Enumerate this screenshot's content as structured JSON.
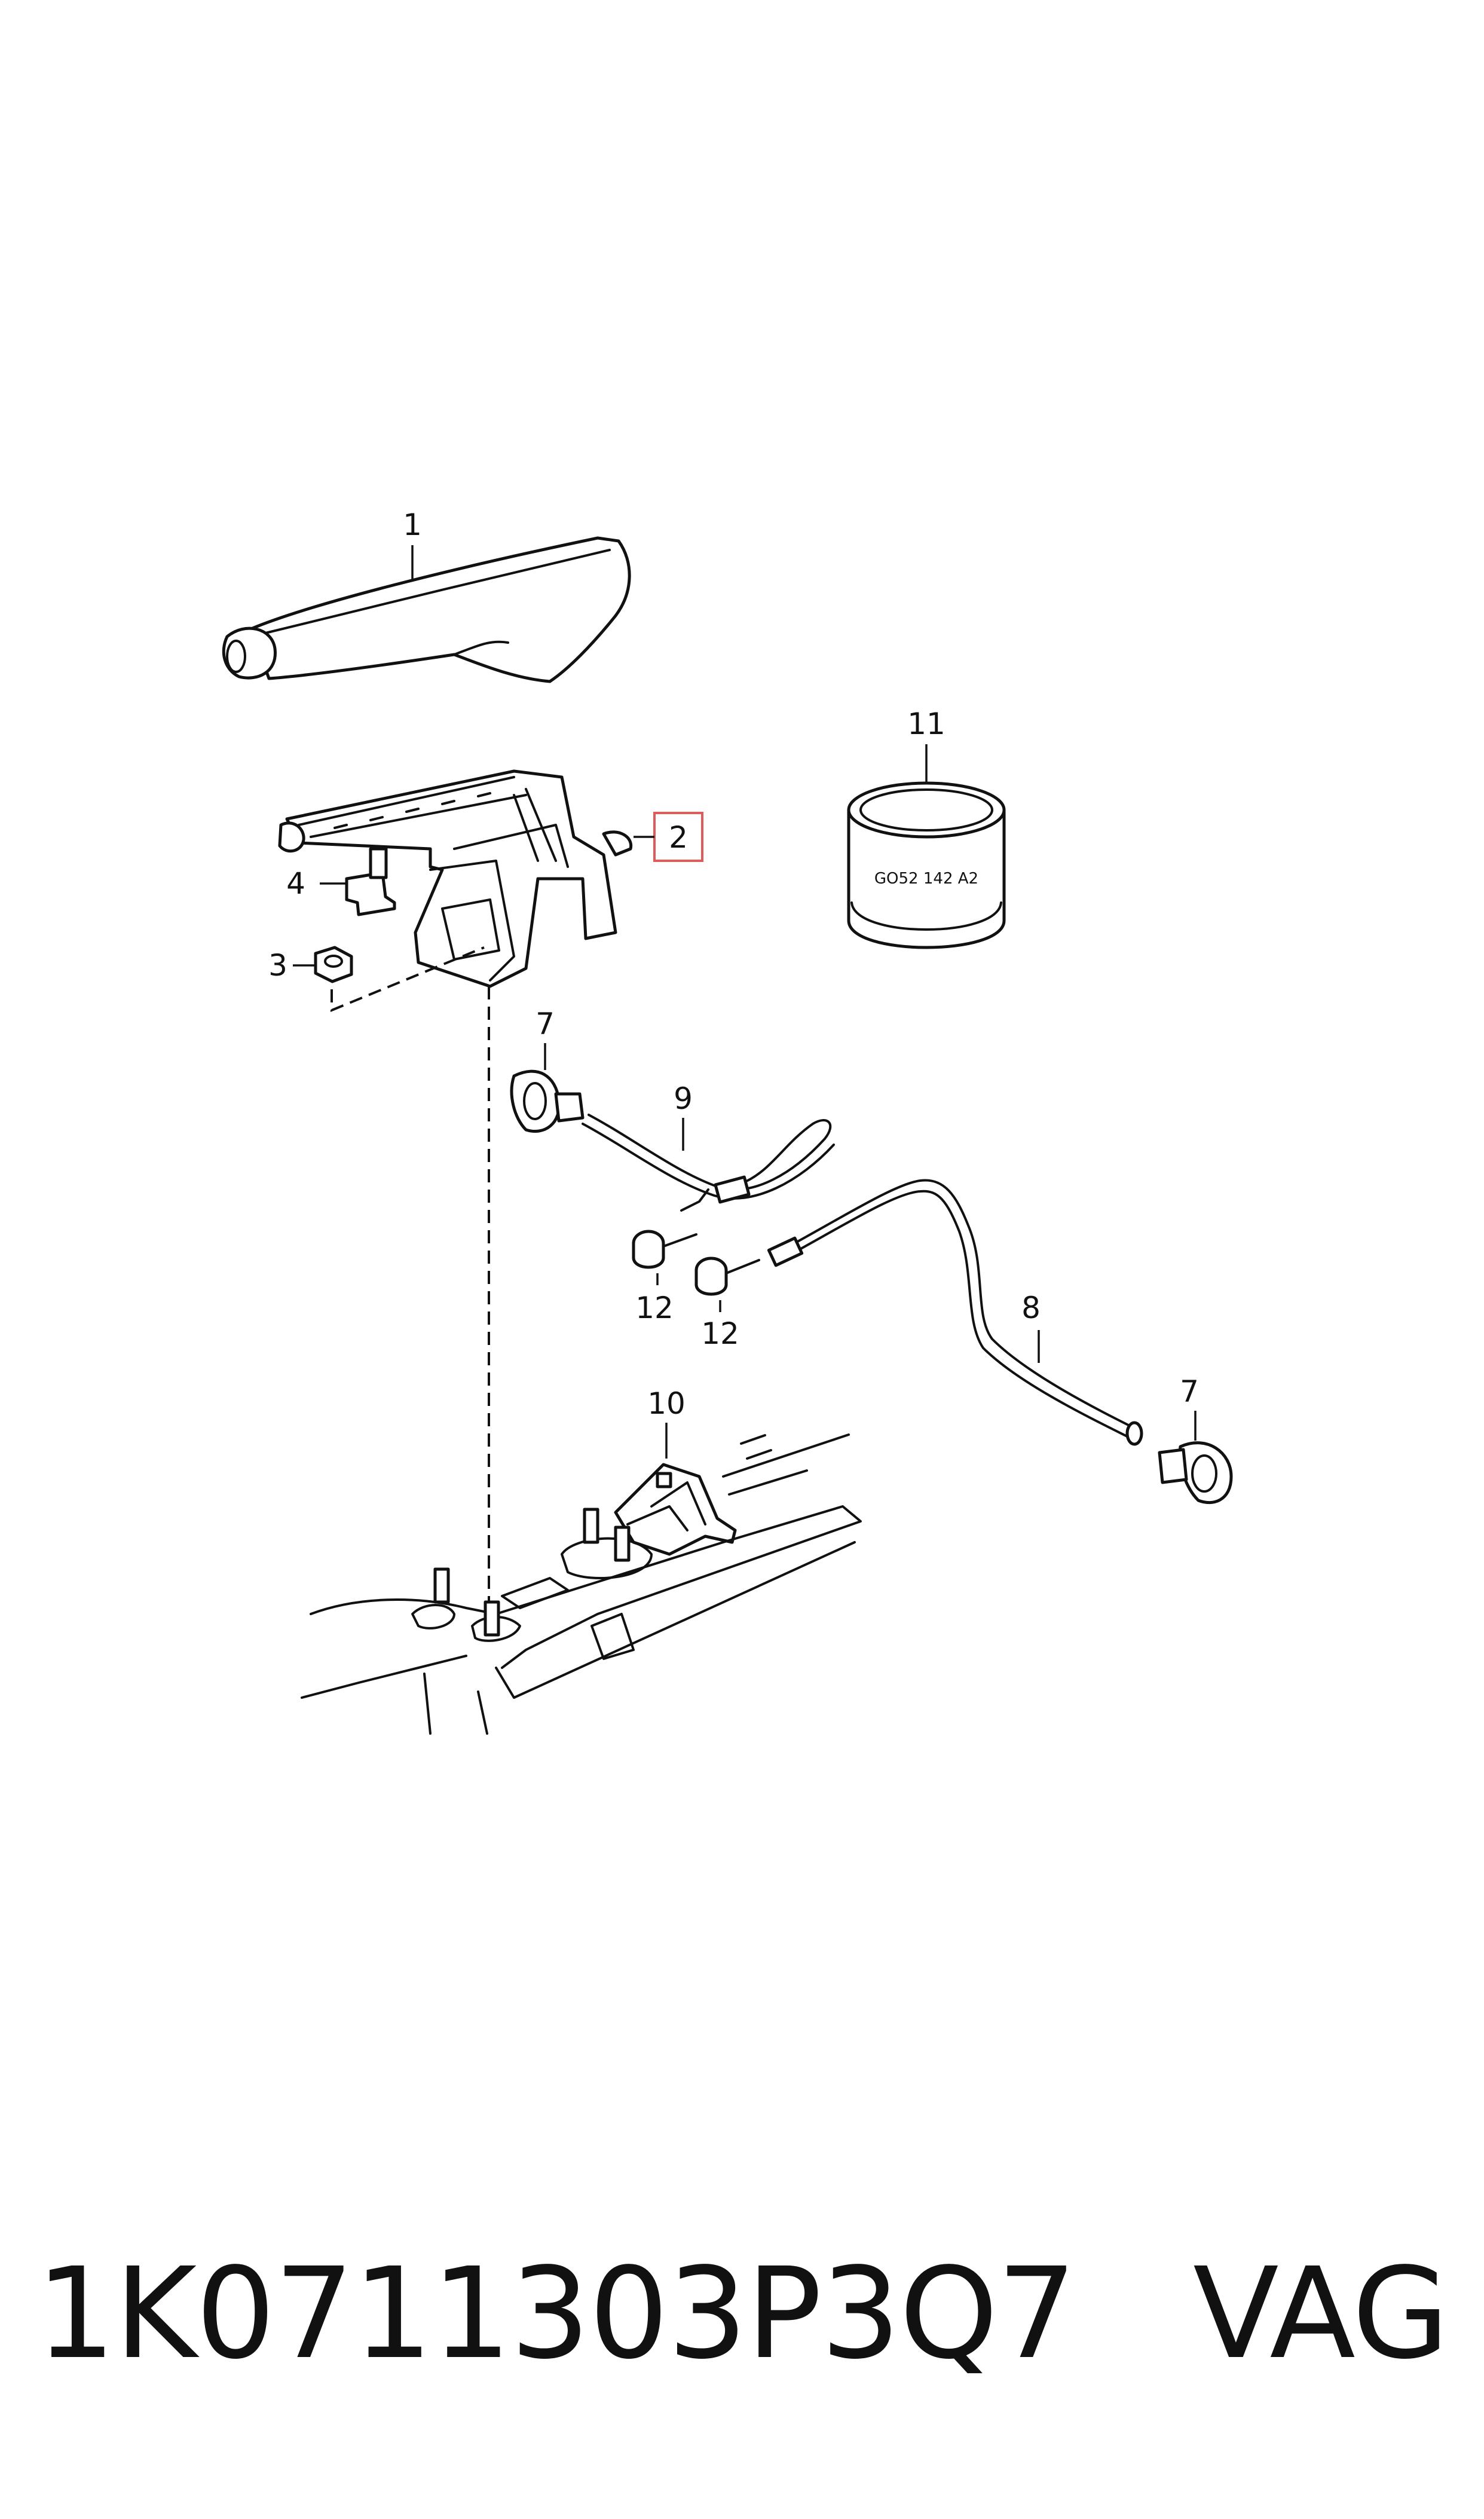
{
  "callouts": {
    "c1": "1",
    "c2": "2",
    "c3": "3",
    "c4": "4",
    "c7a": "7",
    "c7b": "7",
    "c8": "8",
    "c9": "9",
    "c10": "10",
    "c11": "11",
    "c12a": "12",
    "c12b": "12"
  },
  "stamp": "GO52 142 A2",
  "footer": {
    "part_number": "1K0711303P3Q7",
    "brand": "VAG"
  },
  "colors": {
    "line": "#111111",
    "highlight_box": "#e05a5a"
  }
}
